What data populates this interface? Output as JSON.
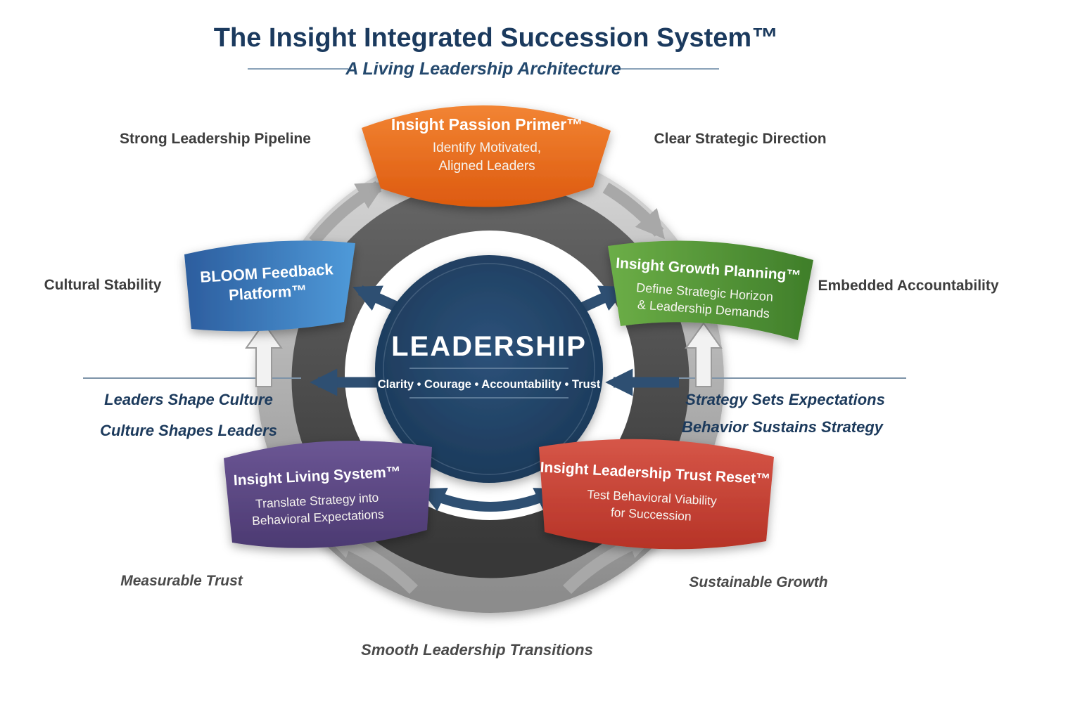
{
  "title": "The Insight Integrated Succession System™",
  "subtitle": "A Living Leadership Architecture",
  "center": {
    "title": "LEADERSHIP",
    "tagline": "Clarity • Courage • Accountability • Trust"
  },
  "segments": {
    "passion": {
      "title": "Insight Passion Primer™",
      "body1": "Identify Motivated,",
      "body2": "Aligned Leaders",
      "color": "#e8651a"
    },
    "bloom": {
      "title1": "BLOOM Feedback",
      "title2": "Platform™",
      "color": "#3077bb"
    },
    "growth": {
      "title": "Insight Growth Planning™",
      "body1": "Define Strategic Horizon",
      "body2": "& Leadership Demands",
      "color": "#5d9e3c"
    },
    "living": {
      "title": "Insight Living System™",
      "body1": "Translate Strategy into",
      "body2": "Behavioral Expectations",
      "color": "#5d4a85"
    },
    "trust_reset": {
      "title": "Insight Leadership Trust Reset™",
      "body1": "Test Behavioral Viability",
      "body2": "for Succession",
      "color": "#cf4335"
    }
  },
  "outer_labels": {
    "pipeline": "Strong Leadership Pipeline",
    "direction": "Clear Strategic Direction",
    "stability": "Cultural Stability",
    "accountability": "Embedded Accountability",
    "measurable_trust": "Measurable Trust",
    "sustainable_growth": "Sustainable Growth",
    "transitions": "Smooth Leadership Transitions"
  },
  "side_phrases": {
    "left_line1": "Leaders Shape Culture",
    "left_line2": "Culture Shapes Leaders",
    "right_line1": "Strategy Sets Expectations",
    "right_line2": "Behavior Sustains Strategy"
  },
  "colors": {
    "navy": "#1c3a5c",
    "ring_light": "#b9b9b9",
    "ring_dark": "#474747",
    "orange": "#e8651a",
    "blue": "#3077bb",
    "green": "#5d9e3c",
    "purple": "#5d4a85",
    "red": "#cf4335"
  }
}
